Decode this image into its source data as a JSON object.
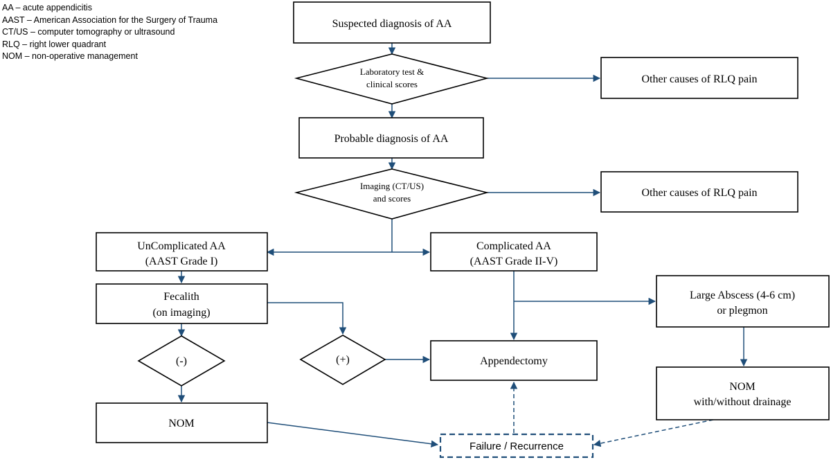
{
  "legend": [
    "AA – acute appendicitis",
    "AAST – American Association for the Surgery of Trauma",
    "CT/US – computer tomography or ultrasound",
    "RLQ – right lower quadrant",
    "NOM – non-operative management"
  ],
  "nodes": {
    "suspected": "Suspected diagnosis of  AA",
    "lab_line1": "Laboratory test &",
    "lab_line2": "clinical scores",
    "other1": "Other causes of RLQ pain",
    "probable": "Probable diagnosis of AA",
    "imaging_line1": "Imaging (CT/US)",
    "imaging_line2": "and scores",
    "other2": "Other causes of RLQ pain",
    "uncomplicated_line1": "UnComplicated AA",
    "uncomplicated_line2": "(AAST Grade I)",
    "complicated_line1": "Complicated AA",
    "complicated_line2": "(AAST Grade II-V)",
    "fecalith_line1": "Fecalith",
    "fecalith_line2": "(on imaging)",
    "negative": "(-)",
    "positive": "(+)",
    "appendectomy": "Appendectomy",
    "abscess_line1": "Large Abscess (4-6 cm)",
    "abscess_line2": "or plegmon",
    "nom": "NOM",
    "nom_drainage_line1": "NOM",
    "nom_drainage_line2": "with/without drainage",
    "failure": "Failure / Recurrence"
  },
  "colors": {
    "edge": "#1f4e79",
    "node_border": "#000000"
  }
}
